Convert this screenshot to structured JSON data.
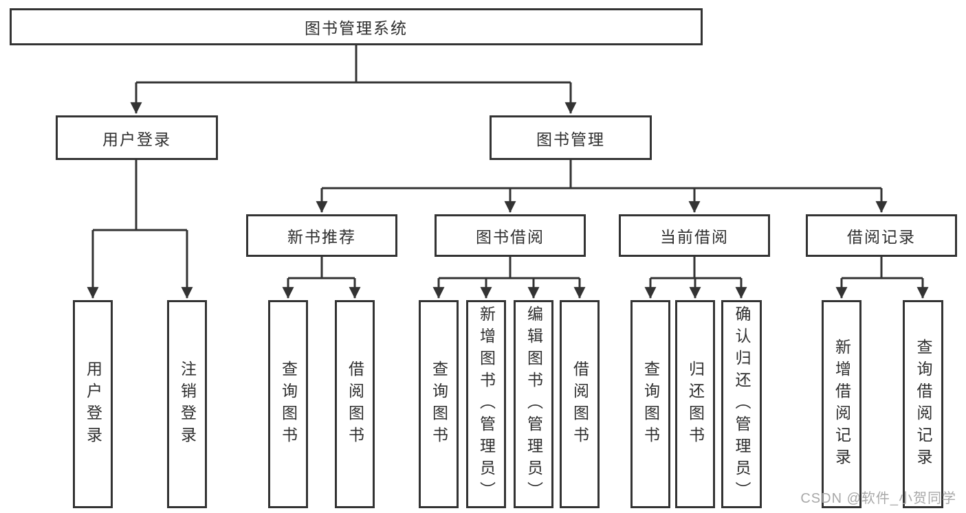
{
  "diagram": {
    "root": {
      "label": "图书管理系统"
    },
    "branches": [
      {
        "label": "用户登录",
        "children": [
          {
            "label": "用户登录"
          },
          {
            "label": "注销登录"
          }
        ]
      },
      {
        "label": "图书管理",
        "children": [
          {
            "label": "新书推荐",
            "children": [
              {
                "label": "查询图书"
              },
              {
                "label": "借阅图书"
              }
            ]
          },
          {
            "label": "图书借阅",
            "children": [
              {
                "label": "查询图书"
              },
              {
                "label": "新增图书（管理员）"
              },
              {
                "label": "编辑图书（管理员）"
              },
              {
                "label": "借阅图书"
              }
            ]
          },
          {
            "label": "当前借阅",
            "children": [
              {
                "label": "查询图书"
              },
              {
                "label": "归还图书"
              },
              {
                "label": "确认归还（管理员）"
              }
            ]
          },
          {
            "label": "借阅记录",
            "children": [
              {
                "label": "新增借阅记录"
              },
              {
                "label": "查询借阅记录"
              }
            ]
          }
        ]
      }
    ]
  },
  "colors": {
    "line": "#333333",
    "text": "#2e2e2e",
    "background": "#ffffff",
    "watermark": "#a8a8a8"
  },
  "watermark": {
    "text": "CSDN @软件_小贺同学"
  }
}
